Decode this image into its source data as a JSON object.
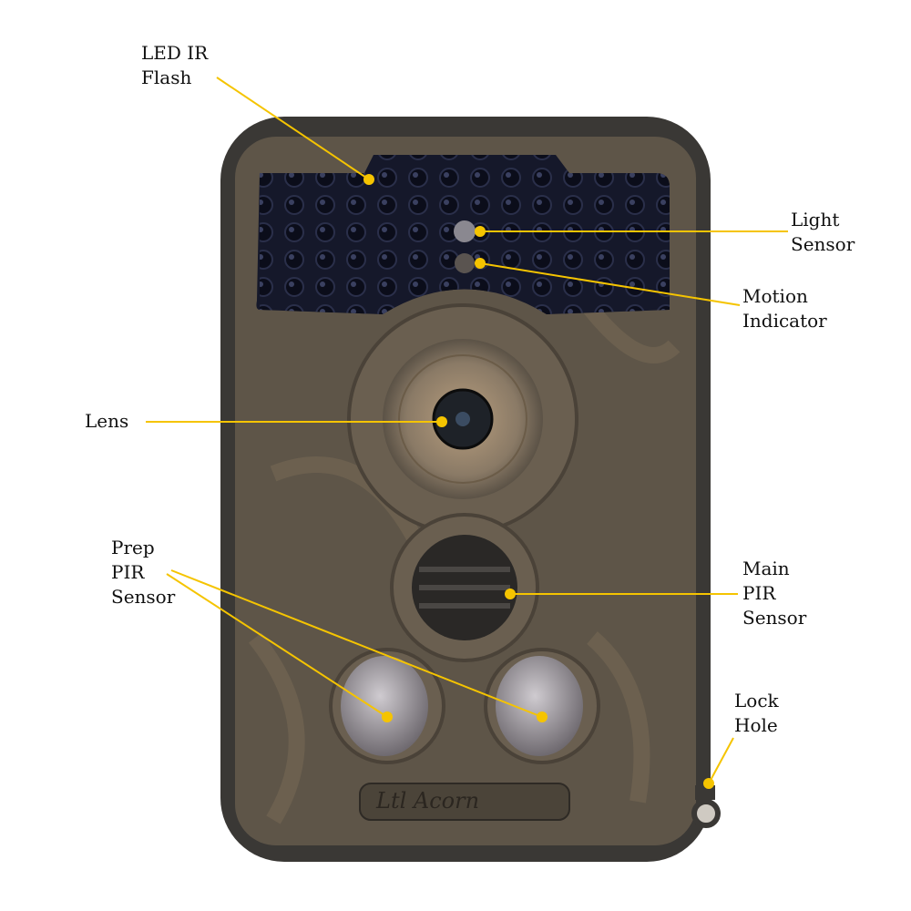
{
  "product": {
    "brand_logo": "Ltl Acorn"
  },
  "callouts": {
    "led_ir_flash": "LED IR\nFlash",
    "light_sensor": "Light\nSensor",
    "motion_indicator": "Motion\nIndicator",
    "lens": "Lens",
    "prep_pir_sensor": "Prep\nPIR\nSensor",
    "main_pir_sensor": "Main\nPIR\nSensor",
    "lock_hole": "Lock\nHole"
  },
  "colors": {
    "callout": "#f5c400",
    "body": "#5e5548",
    "shell": "#3a3835",
    "ir_panel": "#15182a"
  }
}
